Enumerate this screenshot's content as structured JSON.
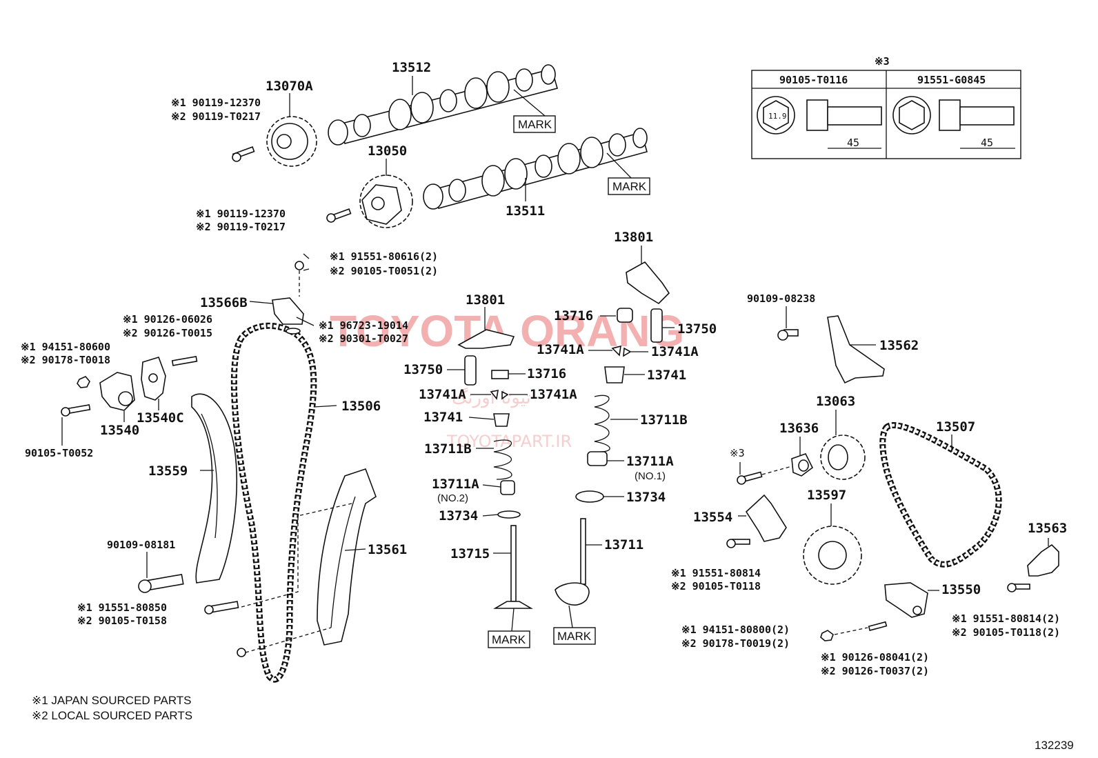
{
  "diagram": {
    "watermark": {
      "brand": "TOYOTA ORANG",
      "persian": "تیوتا اورنگ",
      "site": "TOYOTAPART.IR"
    },
    "figure_number": "132239",
    "footnotes": [
      "※1 JAPAN SOURCED PARTS",
      "※2 LOCAL SOURCED PARTS"
    ],
    "bolt_table": {
      "header_mark": "※3",
      "columns": [
        {
          "part": "90105-T0116",
          "head_size": "11.9",
          "length": "45"
        },
        {
          "part": "91551-G0845",
          "length": "45"
        }
      ]
    },
    "mark_labels": [
      "MARK",
      "MARK",
      "MARK",
      "MARK"
    ],
    "labels": {
      "p13512": "13512",
      "p13070A": "13070A",
      "p13050": "13050",
      "p13511": "13511",
      "n_13070A_bolt_1": "※1 90119-12370",
      "n_13070A_bolt_2": "※2 90119-T0217",
      "n_13050_bolt_1": "※1 90119-12370",
      "n_13050_bolt_2": "※2 90119-T0217",
      "n_top_bolt_1": "※1 91551-80616(2)",
      "n_top_bolt_2": "※2 90105-T0051(2)",
      "p13566B": "13566B",
      "n_oring_1": "※1 96723-19014",
      "n_oring_2": "※2 90301-T0027",
      "n_stud_1": "※1 90126-06026",
      "n_stud_2": "※2 90126-T0015",
      "n_nut_1": "※1  94151-80600",
      "n_nut_2": "※2  90178-T0018",
      "p13540C": "13540C",
      "p13540": "13540",
      "n_90105_T0052": "90105-T0052",
      "p13559": "13559",
      "p13506": "13506",
      "p13561": "13561",
      "n_90109_08181": "90109-08181",
      "n_guide_bolt_1": "※1 91551-80850",
      "n_guide_bolt_2": "※2 90105-T0158",
      "p13801_top": "13801",
      "p13801_left": "13801",
      "p13716_a": "13716",
      "p13750_a": "13750",
      "p13741A_a": "13741A",
      "p13741A_b": "13741A",
      "p13741_a": "13741",
      "p13750_b": "13750",
      "p13716_b": "13716",
      "p13741A_c": "13741A",
      "p13741A_d": "13741A",
      "p13741_b": "13741",
      "p13711B_a": "13711B",
      "p13711B_b": "13711B",
      "p13711A_a": "13711A",
      "no1": "(NO.1)",
      "p13711A_b": "13711A",
      "no2": "(NO.2)",
      "p13734_a": "13734",
      "p13734_b": "13734",
      "p13715": "13715",
      "p13711": "13711",
      "n_90109_08238": "90109-08238",
      "p13562": "13562",
      "p13063": "13063",
      "p13636": "13636",
      "p13507": "13507",
      "mark3": "※3",
      "p13554": "13554",
      "p13597": "13597",
      "n_13554_bolt_1": "※1 91551-80814",
      "n_13554_bolt_2": "※2 90105-T0118",
      "p13563": "13563",
      "p13550": "13550",
      "n_13563_bolt_1": "※1 91551-80814(2)",
      "n_13563_bolt_2": "※2 90105-T0118(2)",
      "n_13550_nut_1": "※1 94151-80800(2)",
      "n_13550_nut_2": "※2 90178-T0019(2)",
      "n_13550_stud_1": "※1 90126-08041(2)",
      "n_13550_stud_2": "※2 90126-T0037(2)"
    }
  }
}
